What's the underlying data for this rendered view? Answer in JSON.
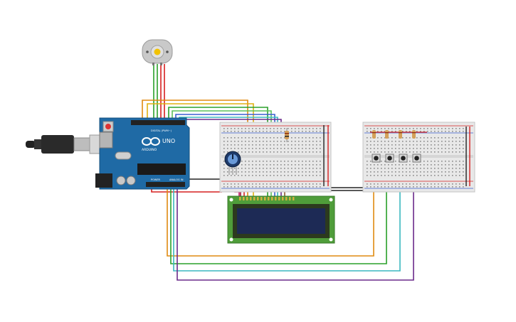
{
  "arduino": {
    "brand_label": "ARDUINO",
    "model_label": "UNO",
    "digital_label": "DIGITAL (PWM~)",
    "power_label": "POWER",
    "analog_label": "ANALOG IN"
  },
  "colors": {
    "background": "#ffffff",
    "board_blue": "#1f6aa5",
    "breadboard": "#e8e8e8",
    "lcd_pcb": "#4f9d3a",
    "lcd_screen": "#1d2a55",
    "wire_orange": "#e08a10",
    "wire_green": "#2aa02a",
    "wire_red": "#d62020",
    "wire_blue": "#3a5fd0",
    "wire_cyan": "#3ab7c0",
    "wire_purple": "#6a2a8a",
    "wire_black": "#222222"
  },
  "icons": [
    "dc-motor-icon",
    "usb-cable-icon",
    "potentiometer-icon",
    "pushbutton-icon",
    "resistor-icon"
  ]
}
